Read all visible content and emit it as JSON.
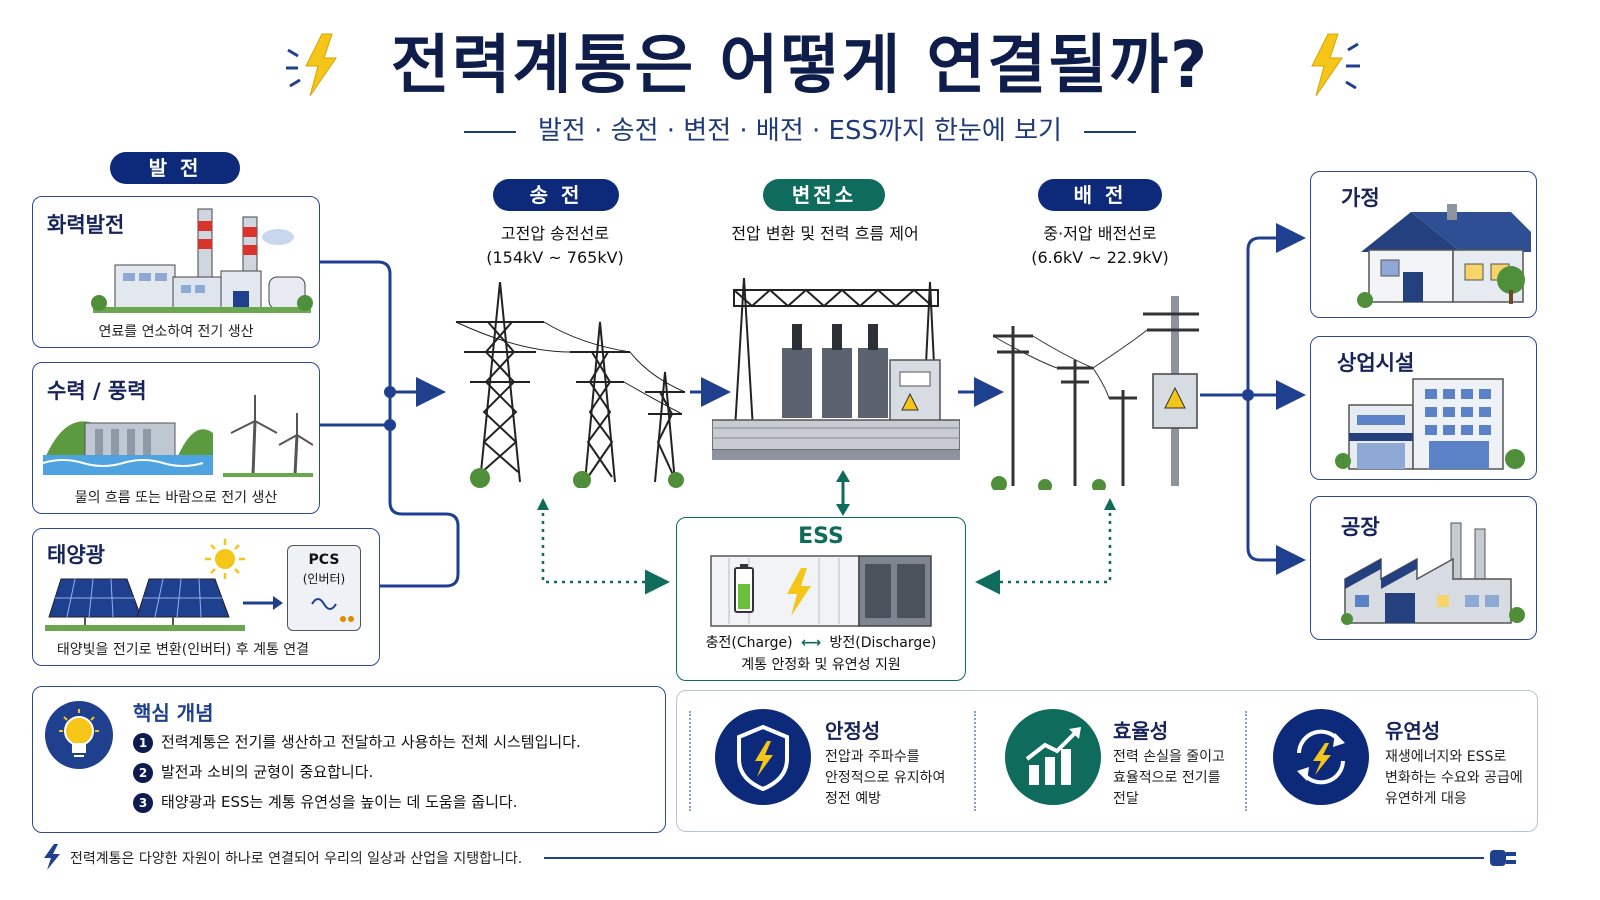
{
  "title": "전력계통은 어떻게 연결될까?",
  "subtitle": "발전 · 송전 · 변전 · 배전 · ESS까지 한눈에 보기",
  "generation": {
    "header": "발 전",
    "cards": [
      {
        "title": "화력발전",
        "caption": "연료를 연소하여 전기 생산"
      },
      {
        "title": "수력 / 풍력",
        "caption": "물의 흐름 또는 바람으로 전기 생산"
      },
      {
        "title": "태양광",
        "caption": "태양빛을 전기로 변환(인버터) 후 계통 연결",
        "pcs_label": "PCS",
        "pcs_sub": "(인버터)"
      }
    ]
  },
  "transmission": {
    "header": "송 전",
    "line1": "고전압 송전선로",
    "line2": "(154kV ~ 765kV)"
  },
  "substation": {
    "header": "변전소",
    "line1": "전압 변환 및 전력 흐름 제어"
  },
  "distribution": {
    "header": "배 전",
    "line1": "중·저압 배전선로",
    "line2": "(6.6kV ~ 22.9kV)"
  },
  "ess": {
    "title": "ESS",
    "charge": "충전(Charge)",
    "discharge": "방전(Discharge)",
    "caption": "계통 안정화 및 유연성 지원"
  },
  "consumers": [
    {
      "title": "가정"
    },
    {
      "title": "상업시설"
    },
    {
      "title": "공장"
    }
  ],
  "concept": {
    "title": "핵심 개념",
    "items": [
      {
        "num": "1",
        "text": "전력계통은 전기를 생산하고 전달하고 사용하는 전체 시스템입니다."
      },
      {
        "num": "2",
        "text": "발전과 소비의 균형이 중요합니다."
      },
      {
        "num": "3",
        "text": "태양광과 ESS는 계통 유연성을 높이는 데 도움을 줍니다."
      }
    ]
  },
  "benefits": [
    {
      "title": "안정성",
      "lines": [
        "전압과 주파수를",
        "안정적으로 유지하여",
        "정전 예방"
      ]
    },
    {
      "title": "효율성",
      "lines": [
        "전력 손실을 줄이고",
        "효율적으로 전기를",
        "전달"
      ]
    },
    {
      "title": "유연성",
      "lines": [
        "재생에너지와 ESS로",
        "변화하는 수요와 공급에",
        "유연하게 대응"
      ]
    }
  ],
  "footer": "전력계통은 다양한 자원이 하나로 연결되어 우리의 일상과 산업을 지탱합니다.",
  "colors": {
    "navy": "#0d2a7a",
    "teal": "#0f6b5c",
    "accent": "#f5c518",
    "line": "#1f3f8f"
  }
}
